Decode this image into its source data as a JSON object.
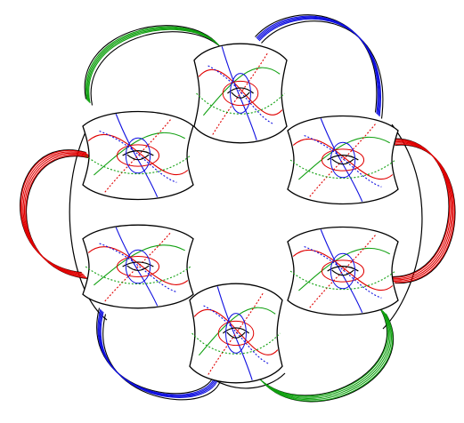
{
  "figure": {
    "description_visible_text": "",
    "colors": {
      "outline": "#000000",
      "red": "#e00000",
      "green": "#10a010",
      "blue": "#1010e0",
      "background": "#ffffff"
    },
    "tori": [
      {
        "id": "top"
      },
      {
        "id": "upper-left"
      },
      {
        "id": "upper-right"
      },
      {
        "id": "lower-left"
      },
      {
        "id": "lower-right"
      },
      {
        "id": "bottom"
      }
    ],
    "bands": [
      {
        "id": "green-upper-left",
        "color": "green",
        "strands": 4
      },
      {
        "id": "blue-upper-right",
        "color": "blue",
        "strands": 4
      },
      {
        "id": "red-left",
        "color": "red",
        "strands": 5
      },
      {
        "id": "red-right",
        "color": "red",
        "strands": 5
      },
      {
        "id": "blue-lower-left",
        "color": "blue",
        "strands": 4
      },
      {
        "id": "green-lower-right",
        "color": "green",
        "strands": 5
      }
    ]
  }
}
